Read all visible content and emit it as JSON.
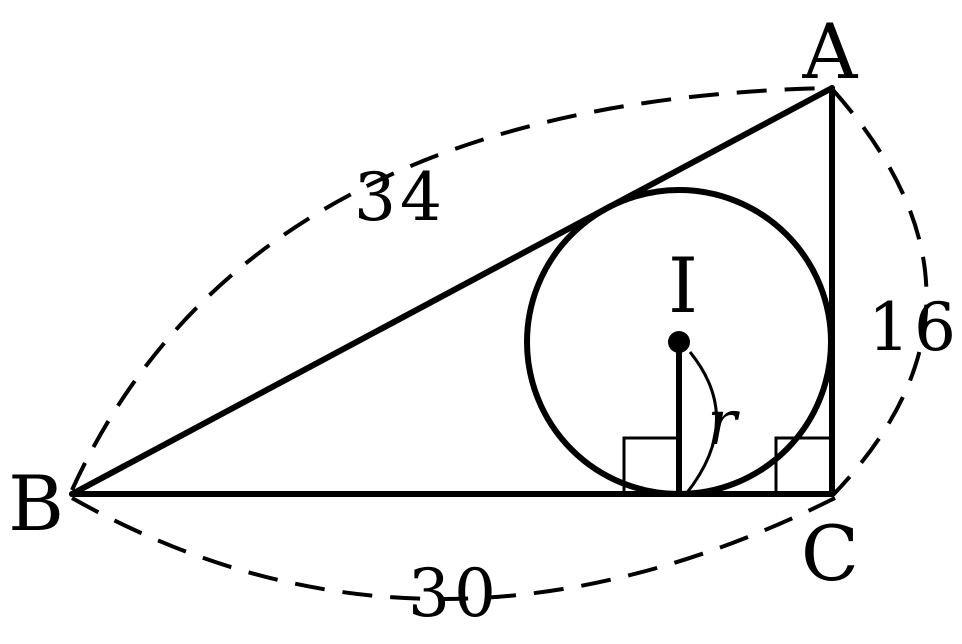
{
  "vertices": {
    "A": "A",
    "B": "B",
    "C": "C",
    "I": "I"
  },
  "measurements": {
    "AB": "34",
    "BC": "30",
    "AC": "16",
    "radius": "r"
  },
  "features": {
    "right_angle_at": "C",
    "incircle_center": "I",
    "radius_to_side": "BC"
  }
}
